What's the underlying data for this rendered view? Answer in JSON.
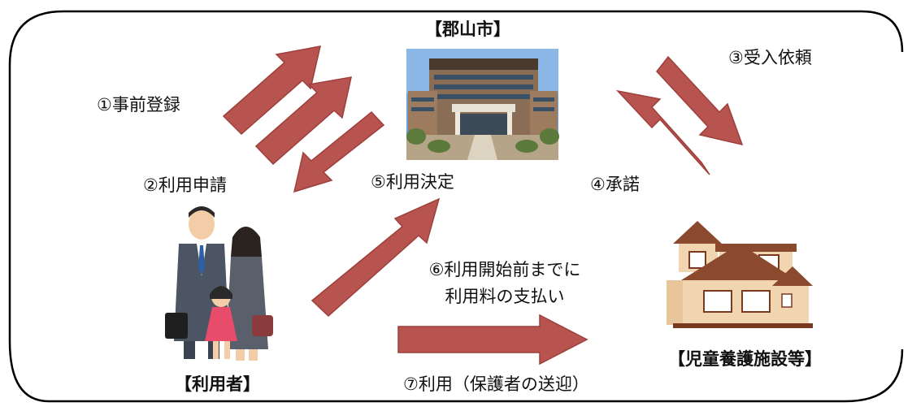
{
  "nodes": {
    "city": {
      "label": "【郡山市】"
    },
    "user": {
      "label": "【利用者】"
    },
    "facility": {
      "label": "【児童養護施設等】"
    }
  },
  "steps": {
    "s1": "①事前登録",
    "s2": "②利用申請",
    "s3": "③受入依頼",
    "s4": "④承諾",
    "s5": "⑤利用決定",
    "s6_line1": "⑥利用開始前までに",
    "s6_line2": "利用料の支払い",
    "s7": "⑦利用（保護者の送迎）"
  },
  "colors": {
    "arrow_fill": "#b85450",
    "arrow_edge": "#9e3f3b",
    "frame": "#000000",
    "building_roof": "#8b4a2e",
    "building_wall": "#f0d5b0"
  }
}
